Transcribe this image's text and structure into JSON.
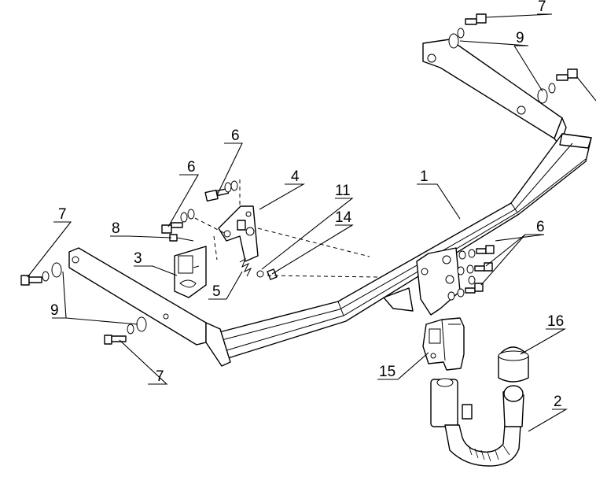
{
  "callouts": {
    "c1": "1",
    "c2": "2",
    "c3": "3",
    "c4": "4",
    "c5": "5",
    "c6a": "6",
    "c6b": "6",
    "c6c": "6",
    "c7a": "7",
    "c7b": "7",
    "c7c": "7",
    "c8": "8",
    "c9a": "9",
    "c9b": "9",
    "c11": "11",
    "c14": "14",
    "c15": "15",
    "c16": "16"
  }
}
